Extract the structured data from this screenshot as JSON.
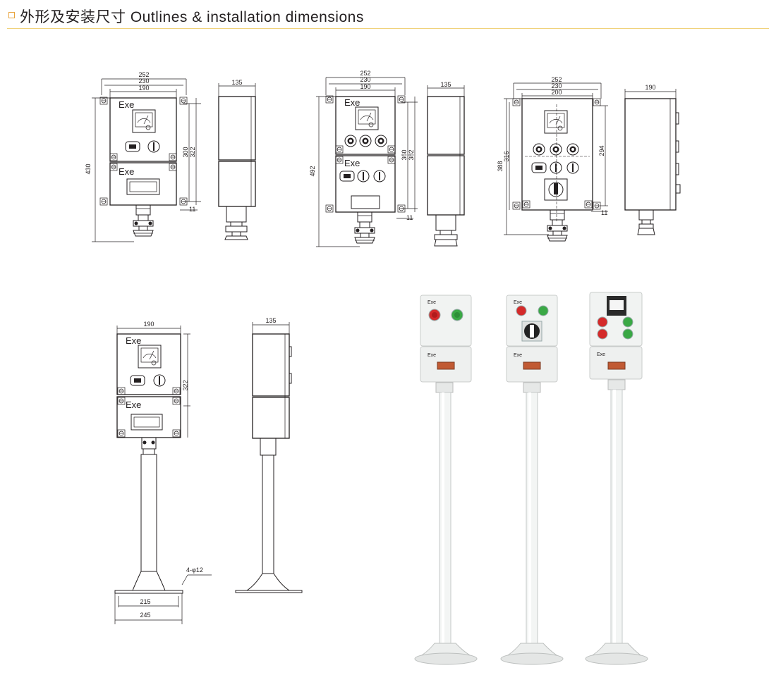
{
  "header": {
    "title": "外形及安装尺寸 Outlines & installation dimensions",
    "accent_color": "#e8a33c",
    "rule_color": "#f0d27a"
  },
  "drawing1": {
    "dim_252": "252",
    "dim_230": "230",
    "dim_190": "190",
    "dim_430": "430",
    "dim_300": "300",
    "dim_322": "322",
    "dim_11": "11",
    "side_135": "135",
    "label_top": "Exe",
    "label_bottom": "Exe"
  },
  "drawing2": {
    "dim_252": "252",
    "dim_230": "230",
    "dim_190": "190",
    "dim_492": "492",
    "dim_360": "360",
    "dim_382": "382",
    "dim_11": "11",
    "side_135": "135",
    "label_top": "Exe",
    "label_bottom": "Exe"
  },
  "drawing3": {
    "dim_252": "252",
    "dim_230": "230",
    "dim_200": "200",
    "dim_388": "388",
    "dim_316": "316",
    "dim_294": "294",
    "dim_11": "11",
    "side_190": "190"
  },
  "drawing4": {
    "dim_190": "190",
    "dim_322": "322",
    "side_135": "135",
    "hole_label": "4-φ12",
    "dim_215": "215",
    "dim_245": "245",
    "label_top": "Exe",
    "label_bottom": "Exe"
  },
  "photos": {
    "photo1_label_top": "Exe",
    "photo1_label_bottom": "Exe",
    "photo2_label_top": "Exe",
    "photo2_label_bottom": "Exe",
    "photo3_label_bottom": "Exe",
    "red_color": "#d42a2a",
    "green_color": "#3aa845"
  }
}
